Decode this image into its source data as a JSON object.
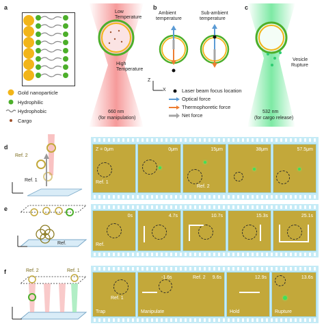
{
  "panels": {
    "a": {
      "label": "a",
      "legend": [
        "Gold nanoparticle",
        "Hydrophilic",
        "Hydrophobic",
        "Cargo"
      ],
      "low_temp": "Low Temperature",
      "high_temp": "High Temperature",
      "laser": [
        "660 nm",
        "(for manipulation)"
      ]
    },
    "b": {
      "label": "b",
      "ambient": [
        "Ambient",
        "temperature"
      ],
      "subambient": [
        "Sub-ambient",
        "temperature"
      ],
      "axis_z": "Z",
      "axis_x": "X",
      "legend": [
        "Laser beam focus location",
        "Optical force",
        "Thermophoretic force",
        "Net force"
      ]
    },
    "c": {
      "label": "c",
      "rupture": [
        "Vesicle",
        "Rupture"
      ],
      "laser": [
        "532 nm",
        "(for cargo release)"
      ]
    },
    "d": {
      "label": "d",
      "ref1": "Ref. 1",
      "ref2": "Ref. 2",
      "frames": [
        "Z = 0μm",
        "0μm",
        "15μm",
        "38μm",
        "57.5μm"
      ],
      "frame_ref1": "Ref. 1",
      "frame_ref2": "Ref. 2"
    },
    "e": {
      "label": "e",
      "ref": "Ref.",
      "frames": [
        "0s",
        "4.7s",
        "10.7s",
        "15.3s",
        "25.1s"
      ],
      "frame_ref": "Ref."
    },
    "f": {
      "label": "f",
      "ref1": "Ref. 1",
      "ref2": "Ref. 2",
      "times": [
        "-1.6s",
        "9.6s",
        "12.9s",
        "13.6s"
      ],
      "stages": [
        "Trap",
        "Manipulate",
        "Hold",
        "Rupture"
      ],
      "frame_ref1": "Ref. 1",
      "frame_ref2": "Ref. 2"
    }
  },
  "colors": {
    "gold": "#f2b519",
    "green": "#4caf2a",
    "laser_red": "#f7a1a1",
    "laser_green": "#5fd98a",
    "optical_arrow": "#5b9bd5",
    "thermo_arrow": "#ed7d31",
    "net_arrow": "#a6a6a6",
    "film": "#c5ebf6",
    "frame_bg": "#c3a83a"
  }
}
